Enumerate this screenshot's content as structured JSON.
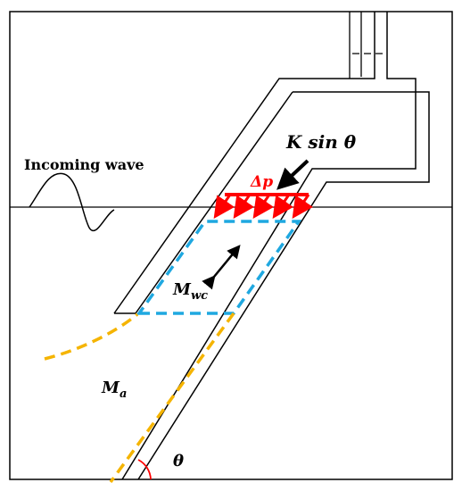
{
  "labels": {
    "incoming_wave": "Incoming wave",
    "force_main": "K sin",
    "force_theta": "θ",
    "delta_p": "Δp",
    "mwc_main": "M",
    "mwc_sub": "wc",
    "ma_main": "M",
    "ma_sub": "a",
    "theta": "θ"
  },
  "colors": {
    "outline": "#000000",
    "pressure": "#ff0000",
    "water_column": "#1fa8e0",
    "added_mass": "#f5b400",
    "angle_arc": "#ff0000"
  }
}
